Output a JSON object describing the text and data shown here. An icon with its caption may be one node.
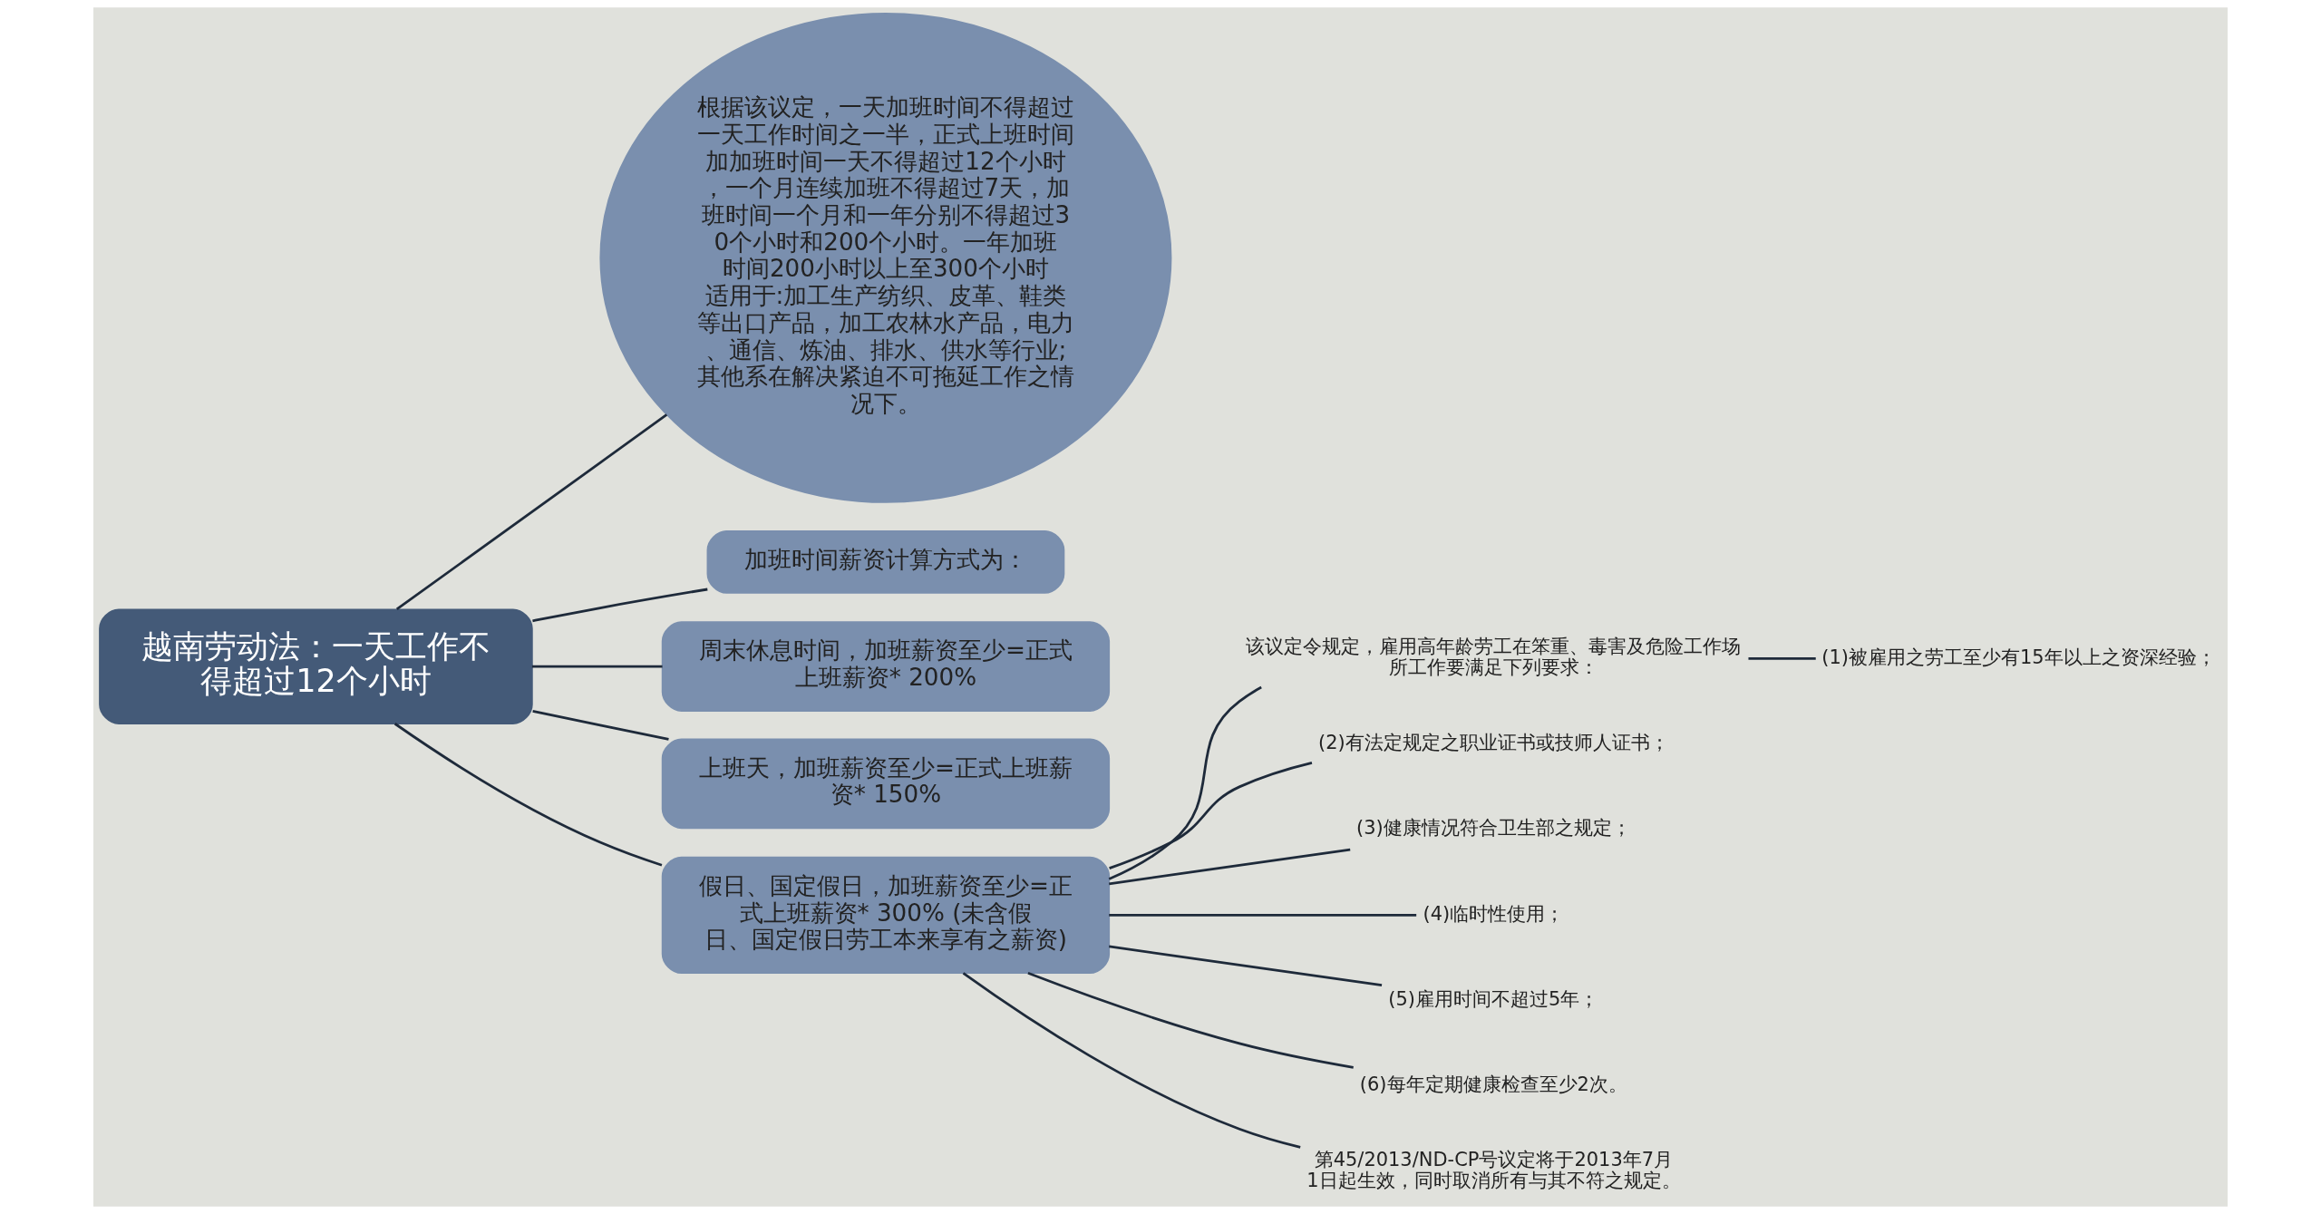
{
  "diagram": {
    "nodes": [
      {
        "text": [
          "越南劳动法：一天工作不得超过12个小时"
        ]
      },
      {
        "text": [
          "根据该议定，一天加班时间不得超过一天工作时间之一半，正式上班时间加加班时间一天不得超过12个小时，一个月连续加班不得超过7天，加班时间一个月和一年分别不得超过30个小时和200个小时。一年加班时间200小时以上至300个小时适用于:加工生产纺织、皮革、鞋类等出口产品，加工农林水产品，电力、通信、炼油、排水、供水等行业;其他系在解决紧迫不可拖延工作之情况下。"
        ]
      },
      {
        "text": [
          "加班时间薪资计算方式为："
        ]
      },
      {
        "text": [
          "周末休息时间，加班薪资至少=正式上班薪资* 200%"
        ]
      },
      {
        "text": [
          "上班天，加班薪资至少=正式上班薪资* 150%"
        ]
      },
      {
        "text": [
          "假日、国定假日，加班薪资至少=正式上班薪资* 300% (未含假日、国定假日劳工本来享有之薪资)"
        ]
      },
      {
        "text": [
          "该议定令规定，雇用高年龄劳工在笨重、毒害及危险工作场所工作要满足下列要求："
        ]
      },
      {
        "text": [
          "(1)被雇用之劳工至少有15年以上之资深经验；"
        ]
      },
      {
        "text": [
          "(2)有法定规定之职业证书或技师人证书；"
        ]
      },
      {
        "text": [
          "(3)健康情况符合卫生部之规定；"
        ]
      },
      {
        "text": [
          "(4)临时性使用；"
        ]
      },
      {
        "text": [
          "(5)雇用时间不超过5年；"
        ]
      },
      {
        "text": [
          "(6)每年定期健康检查至少2次。"
        ]
      },
      {
        "text": [
          "第45/2013/ND-CP号议定将于2013年7月1日起生效，同时取消所有与其不符之规定。"
        ]
      }
    ],
    "edges": [
      {
        "from": 0,
        "to": 1,
        "arrow": "none"
      },
      {
        "from": 0,
        "to": 2,
        "arrow": "none"
      },
      {
        "from": 0,
        "to": 3,
        "arrow": "none"
      },
      {
        "from": 0,
        "to": 4,
        "arrow": "none"
      },
      {
        "from": 0,
        "to": 5,
        "arrow": "none"
      },
      {
        "from": 5,
        "to": 6,
        "arrow": "none"
      },
      {
        "from": 6,
        "to": 7,
        "arrow": "none"
      },
      {
        "from": 5,
        "to": 8,
        "arrow": "none"
      },
      {
        "from": 5,
        "to": 9,
        "arrow": "none"
      },
      {
        "from": 5,
        "to": 10,
        "arrow": "none"
      },
      {
        "from": 5,
        "to": 11,
        "arrow": "none"
      },
      {
        "from": 5,
        "to": 12,
        "arrow": "none"
      },
      {
        "from": 5,
        "to": 13,
        "arrow": "none"
      }
    ]
  }
}
